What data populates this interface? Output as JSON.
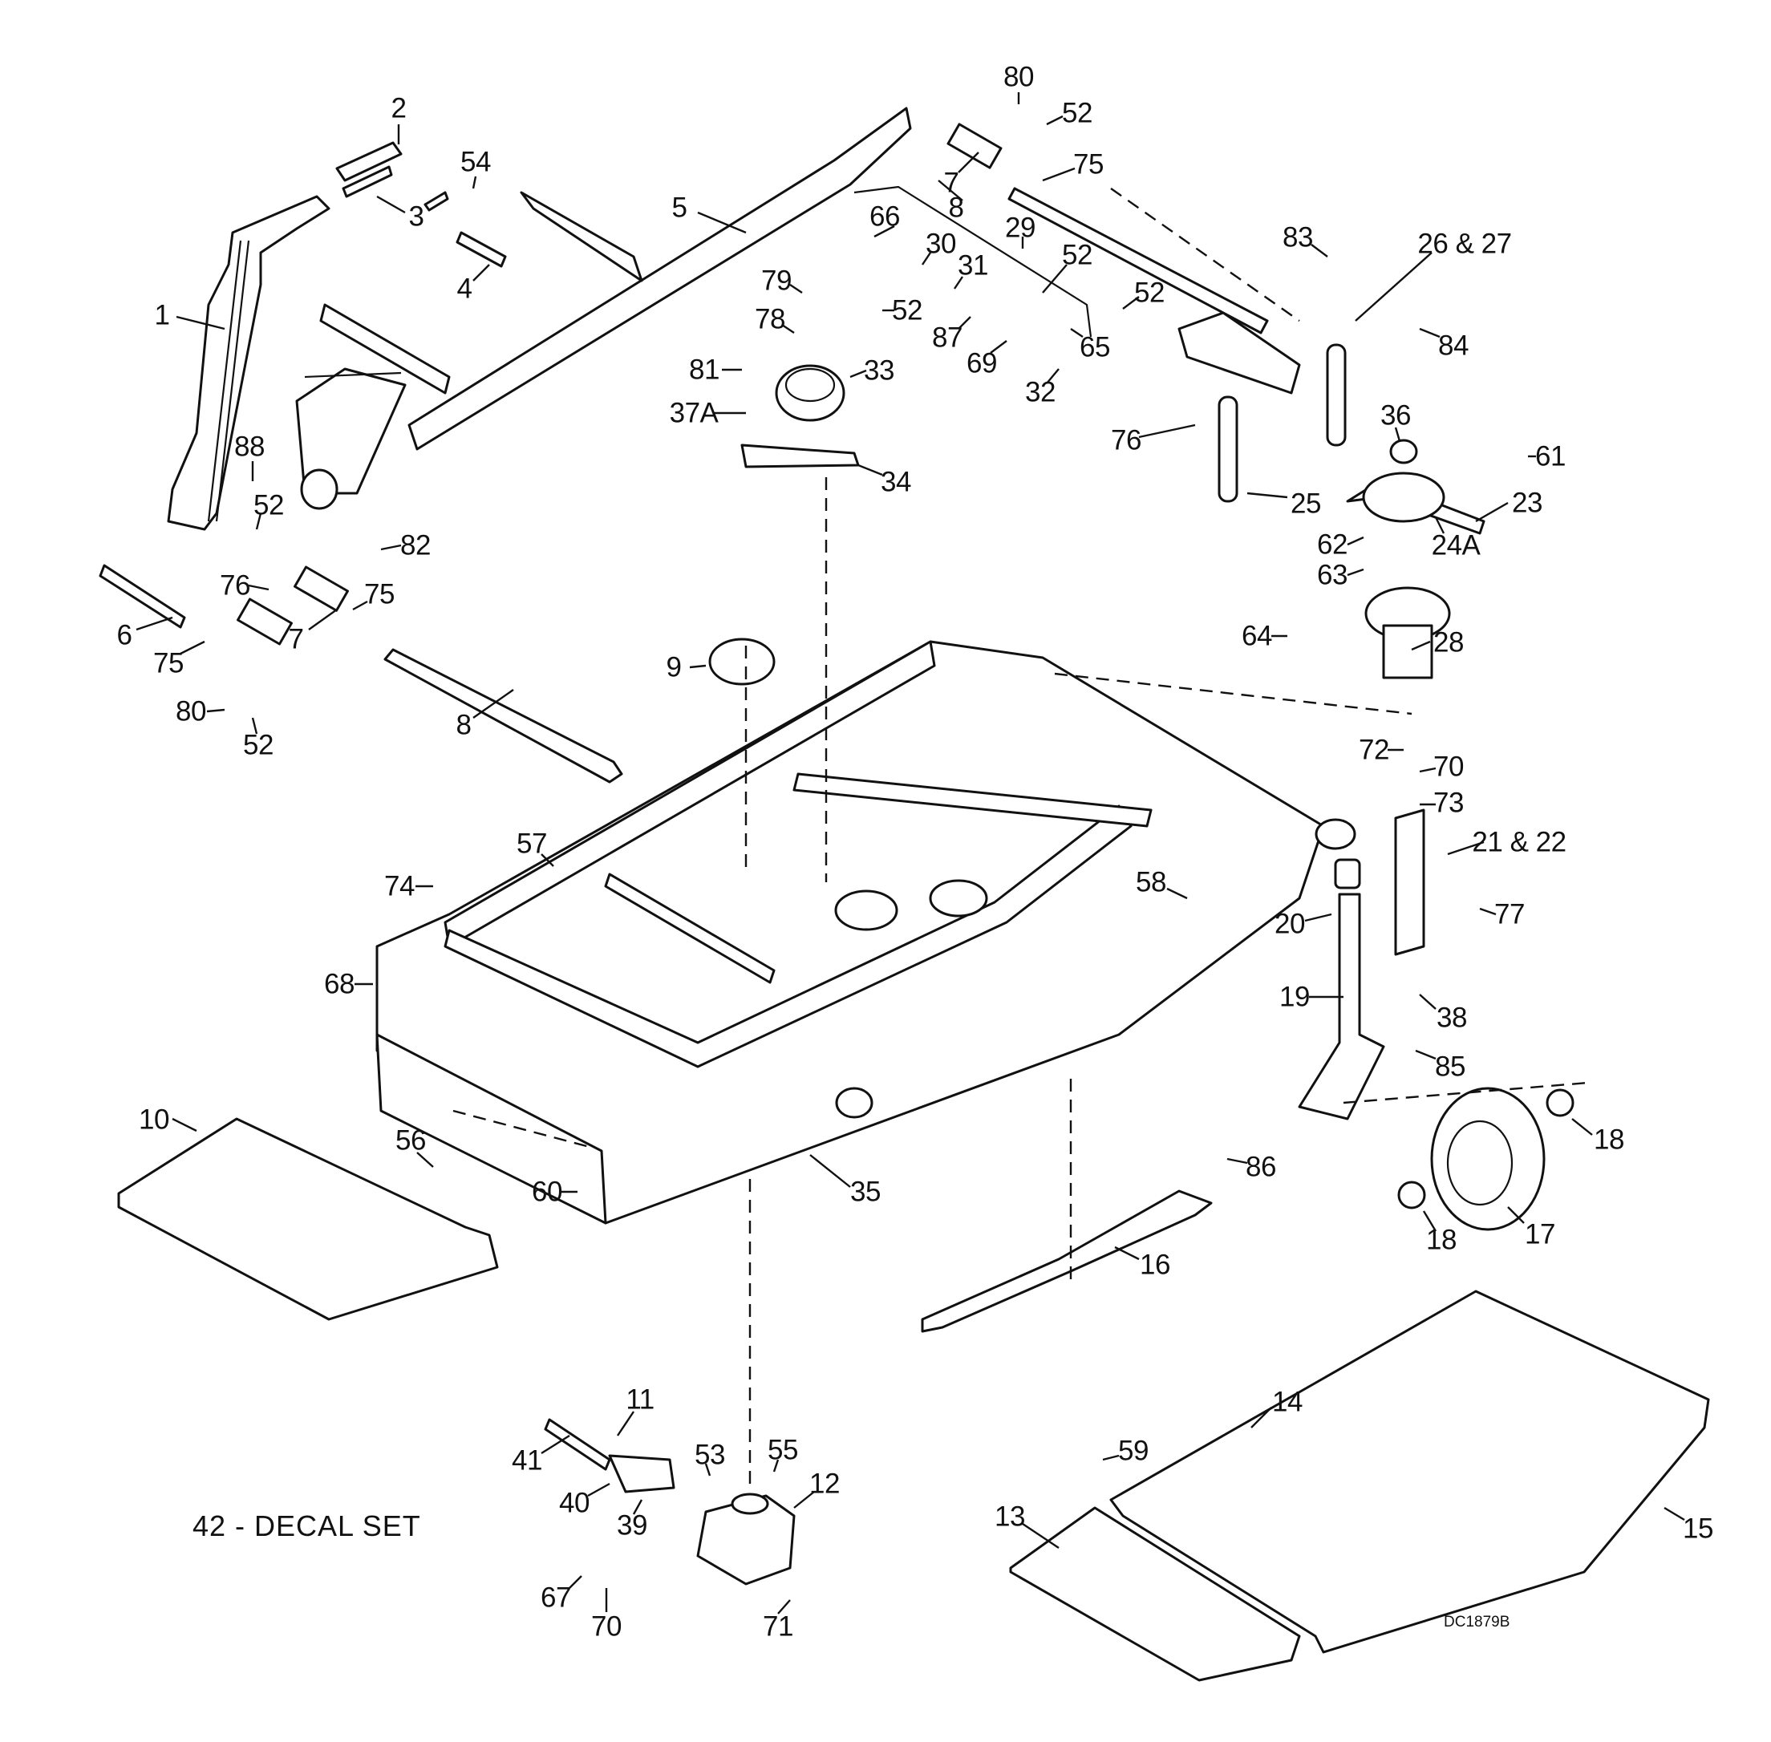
{
  "diagram": {
    "type": "exploded-parts-diagram",
    "subject": "mower deck assembly",
    "note": "42 - DECAL SET",
    "drawing_code": "DC1879B",
    "callouts": [
      {
        "id": "1",
        "label": "1"
      },
      {
        "id": "2",
        "label": "2"
      },
      {
        "id": "3",
        "label": "3"
      },
      {
        "id": "4",
        "label": "4"
      },
      {
        "id": "5",
        "label": "5"
      },
      {
        "id": "6",
        "label": "6"
      },
      {
        "id": "7a",
        "label": "7"
      },
      {
        "id": "7b",
        "label": "7"
      },
      {
        "id": "8a",
        "label": "8"
      },
      {
        "id": "8b",
        "label": "8"
      },
      {
        "id": "9",
        "label": "9"
      },
      {
        "id": "10",
        "label": "10"
      },
      {
        "id": "11",
        "label": "11"
      },
      {
        "id": "12",
        "label": "12"
      },
      {
        "id": "13",
        "label": "13"
      },
      {
        "id": "14",
        "label": "14"
      },
      {
        "id": "15",
        "label": "15"
      },
      {
        "id": "16",
        "label": "16"
      },
      {
        "id": "17",
        "label": "17"
      },
      {
        "id": "18a",
        "label": "18"
      },
      {
        "id": "18b",
        "label": "18"
      },
      {
        "id": "19",
        "label": "19"
      },
      {
        "id": "20",
        "label": "20"
      },
      {
        "id": "21_22",
        "label": "21 & 22"
      },
      {
        "id": "23",
        "label": "23"
      },
      {
        "id": "24A",
        "label": "24A"
      },
      {
        "id": "25",
        "label": "25"
      },
      {
        "id": "26_27",
        "label": "26 & 27"
      },
      {
        "id": "28",
        "label": "28"
      },
      {
        "id": "29",
        "label": "29"
      },
      {
        "id": "30",
        "label": "30"
      },
      {
        "id": "31",
        "label": "31"
      },
      {
        "id": "32",
        "label": "32"
      },
      {
        "id": "33",
        "label": "33"
      },
      {
        "id": "34",
        "label": "34"
      },
      {
        "id": "35",
        "label": "35"
      },
      {
        "id": "36",
        "label": "36"
      },
      {
        "id": "37A",
        "label": "37A"
      },
      {
        "id": "38",
        "label": "38"
      },
      {
        "id": "39",
        "label": "39"
      },
      {
        "id": "40",
        "label": "40"
      },
      {
        "id": "41",
        "label": "41"
      },
      {
        "id": "52a",
        "label": "52"
      },
      {
        "id": "52b",
        "label": "52"
      },
      {
        "id": "52c",
        "label": "52"
      },
      {
        "id": "52d",
        "label": "52"
      },
      {
        "id": "52e",
        "label": "52"
      },
      {
        "id": "52f",
        "label": "52"
      },
      {
        "id": "53",
        "label": "53"
      },
      {
        "id": "54",
        "label": "54"
      },
      {
        "id": "55",
        "label": "55"
      },
      {
        "id": "56",
        "label": "56"
      },
      {
        "id": "57",
        "label": "57"
      },
      {
        "id": "58",
        "label": "58"
      },
      {
        "id": "59",
        "label": "59"
      },
      {
        "id": "60",
        "label": "60"
      },
      {
        "id": "61",
        "label": "61"
      },
      {
        "id": "62",
        "label": "62"
      },
      {
        "id": "63",
        "label": "63"
      },
      {
        "id": "64",
        "label": "64"
      },
      {
        "id": "65",
        "label": "65"
      },
      {
        "id": "66",
        "label": "66"
      },
      {
        "id": "67",
        "label": "67"
      },
      {
        "id": "68",
        "label": "68"
      },
      {
        "id": "69",
        "label": "69"
      },
      {
        "id": "70a",
        "label": "70"
      },
      {
        "id": "70b",
        "label": "70"
      },
      {
        "id": "71",
        "label": "71"
      },
      {
        "id": "72",
        "label": "72"
      },
      {
        "id": "73",
        "label": "73"
      },
      {
        "id": "74",
        "label": "74"
      },
      {
        "id": "75a",
        "label": "75"
      },
      {
        "id": "75b",
        "label": "75"
      },
      {
        "id": "75c",
        "label": "75"
      },
      {
        "id": "76a",
        "label": "76"
      },
      {
        "id": "76b",
        "label": "76"
      },
      {
        "id": "77",
        "label": "77"
      },
      {
        "id": "78",
        "label": "78"
      },
      {
        "id": "79",
        "label": "79"
      },
      {
        "id": "80a",
        "label": "80"
      },
      {
        "id": "80b",
        "label": "80"
      },
      {
        "id": "81",
        "label": "81"
      },
      {
        "id": "82",
        "label": "82"
      },
      {
        "id": "83",
        "label": "83"
      },
      {
        "id": "84",
        "label": "84"
      },
      {
        "id": "85",
        "label": "85"
      },
      {
        "id": "86",
        "label": "86"
      },
      {
        "id": "87",
        "label": "87"
      },
      {
        "id": "88",
        "label": "88"
      }
    ]
  }
}
